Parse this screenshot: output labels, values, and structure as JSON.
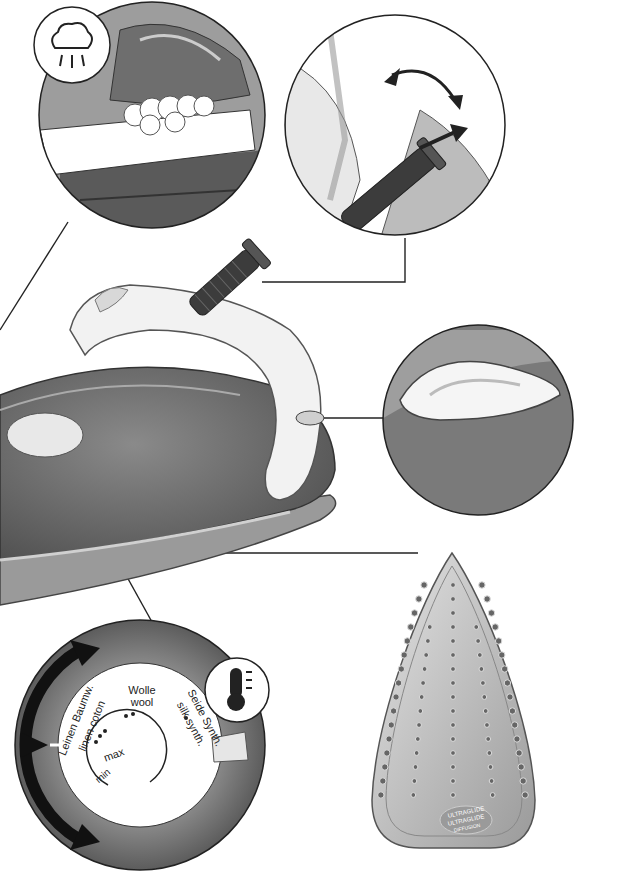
{
  "diagram": {
    "labels": [
      "Leinen Baumw.",
      "linen coton",
      "Wolle",
      "wool",
      "Seide Synth.",
      "silk synth.",
      "max",
      "min",
      "ULTRAGLIDE",
      "ULTRAGLIDE",
      "DIFFUSION"
    ]
  }
}
